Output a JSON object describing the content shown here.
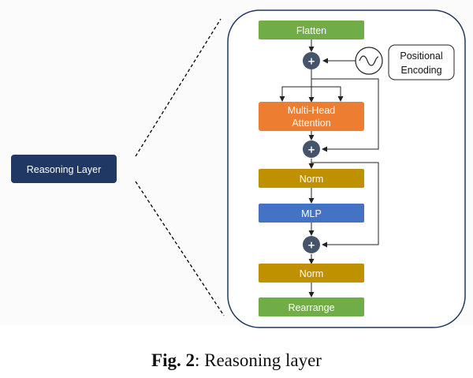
{
  "left_block": {
    "label": "Reasoning Layer"
  },
  "blocks": {
    "flatten": "Flatten",
    "attention_line1": "Multi-Head",
    "attention_line2": "Attention",
    "norm1": "Norm",
    "mlp": "MLP",
    "norm2": "Norm",
    "rearrange": "Rearrange"
  },
  "positional_encoding": {
    "line1": "Positional",
    "line2": "Encoding"
  },
  "add_symbol": "+",
  "caption": {
    "prefix": "Fig. 2",
    "text": ": Reasoning layer"
  },
  "colors": {
    "green": "#70ad47",
    "orange": "#ed7d31",
    "gold": "#bf9000",
    "blue": "#4472c4",
    "navy": "#1f3864",
    "add_node": "#44546a",
    "frame": "#1f3864"
  }
}
